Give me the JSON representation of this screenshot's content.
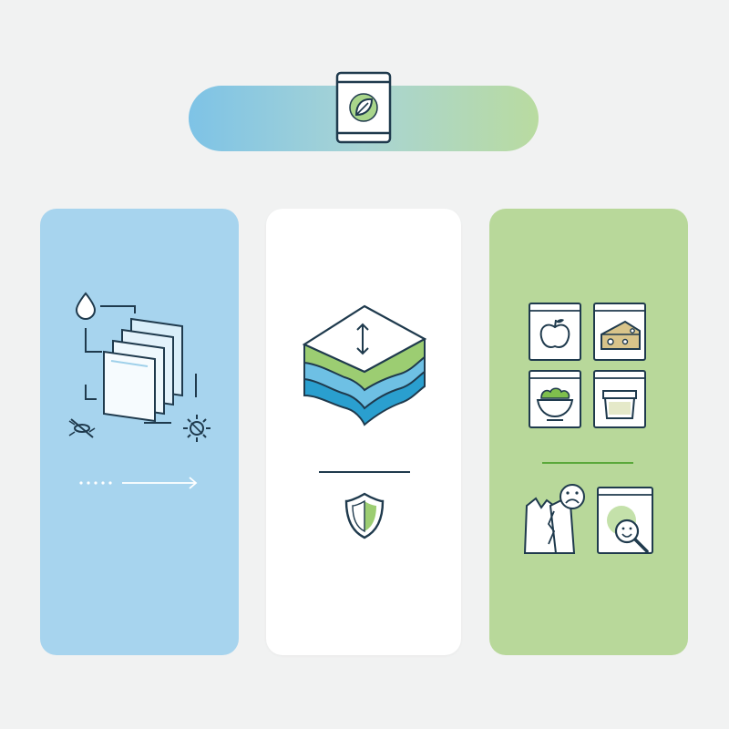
{
  "colors": {
    "background": "#f1f2f2",
    "banner_start": "#7ec3e6",
    "banner_end": "#b9dba0",
    "panel_left": "#a7d4ee",
    "panel_center": "#ffffff",
    "panel_right": "#b8d89a",
    "stroke": "#1f3a4d",
    "accent_green": "#7fbf4d",
    "accent_blue": "#2a9fcf"
  },
  "banner": {
    "icon": "leaf-pouch-icon"
  },
  "panels": [
    {
      "id": "left",
      "icons": [
        "water-drop-icon",
        "layered-films-icon",
        "no-insect-icon",
        "sun-icon",
        "dotted-arrow-icon"
      ]
    },
    {
      "id": "center",
      "icons": [
        "layered-material-block-icon",
        "thickness-arrow-icon",
        "divider-line",
        "shield-icon"
      ]
    },
    {
      "id": "right",
      "icons": [
        "apple-pouch-icon",
        "cheese-pouch-icon",
        "salad-bowl-pouch-icon",
        "container-pouch-icon",
        "torn-bag-icon",
        "sad-face-icon",
        "inspect-pouch-icon",
        "magnifier-smile-icon"
      ]
    }
  ]
}
